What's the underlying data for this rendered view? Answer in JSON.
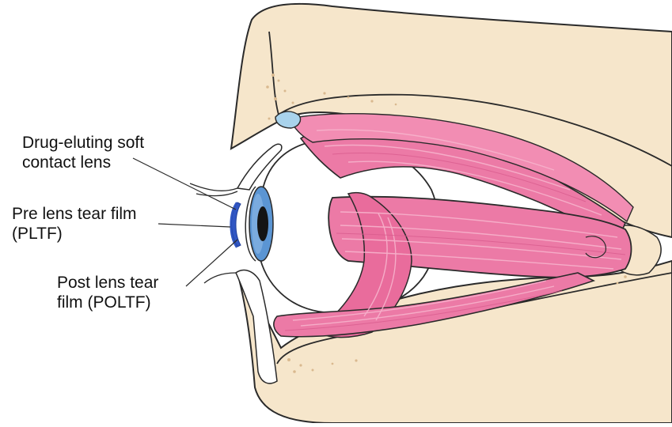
{
  "labels": {
    "drug_eluting": {
      "line1": "Drug-eluting soft",
      "line2": "contact lens"
    },
    "pltf": {
      "line1": "Pre lens tear film",
      "line2": "(PLTF)"
    },
    "poltf": {
      "line1": "Post lens tear",
      "line2": "film (POLTF)"
    }
  },
  "colors": {
    "bone": "#f6e6cb",
    "bone_outline": "#2a2a2a",
    "muscle": "#ec7aa6",
    "muscle_dark": "#d95c8e",
    "muscle_light": "#f7b3cc",
    "sclera": "#ffffff",
    "iris": "#5b95d3",
    "pupil": "#141414",
    "lens": "#3157c4",
    "tendon": "#a9d3ec"
  }
}
